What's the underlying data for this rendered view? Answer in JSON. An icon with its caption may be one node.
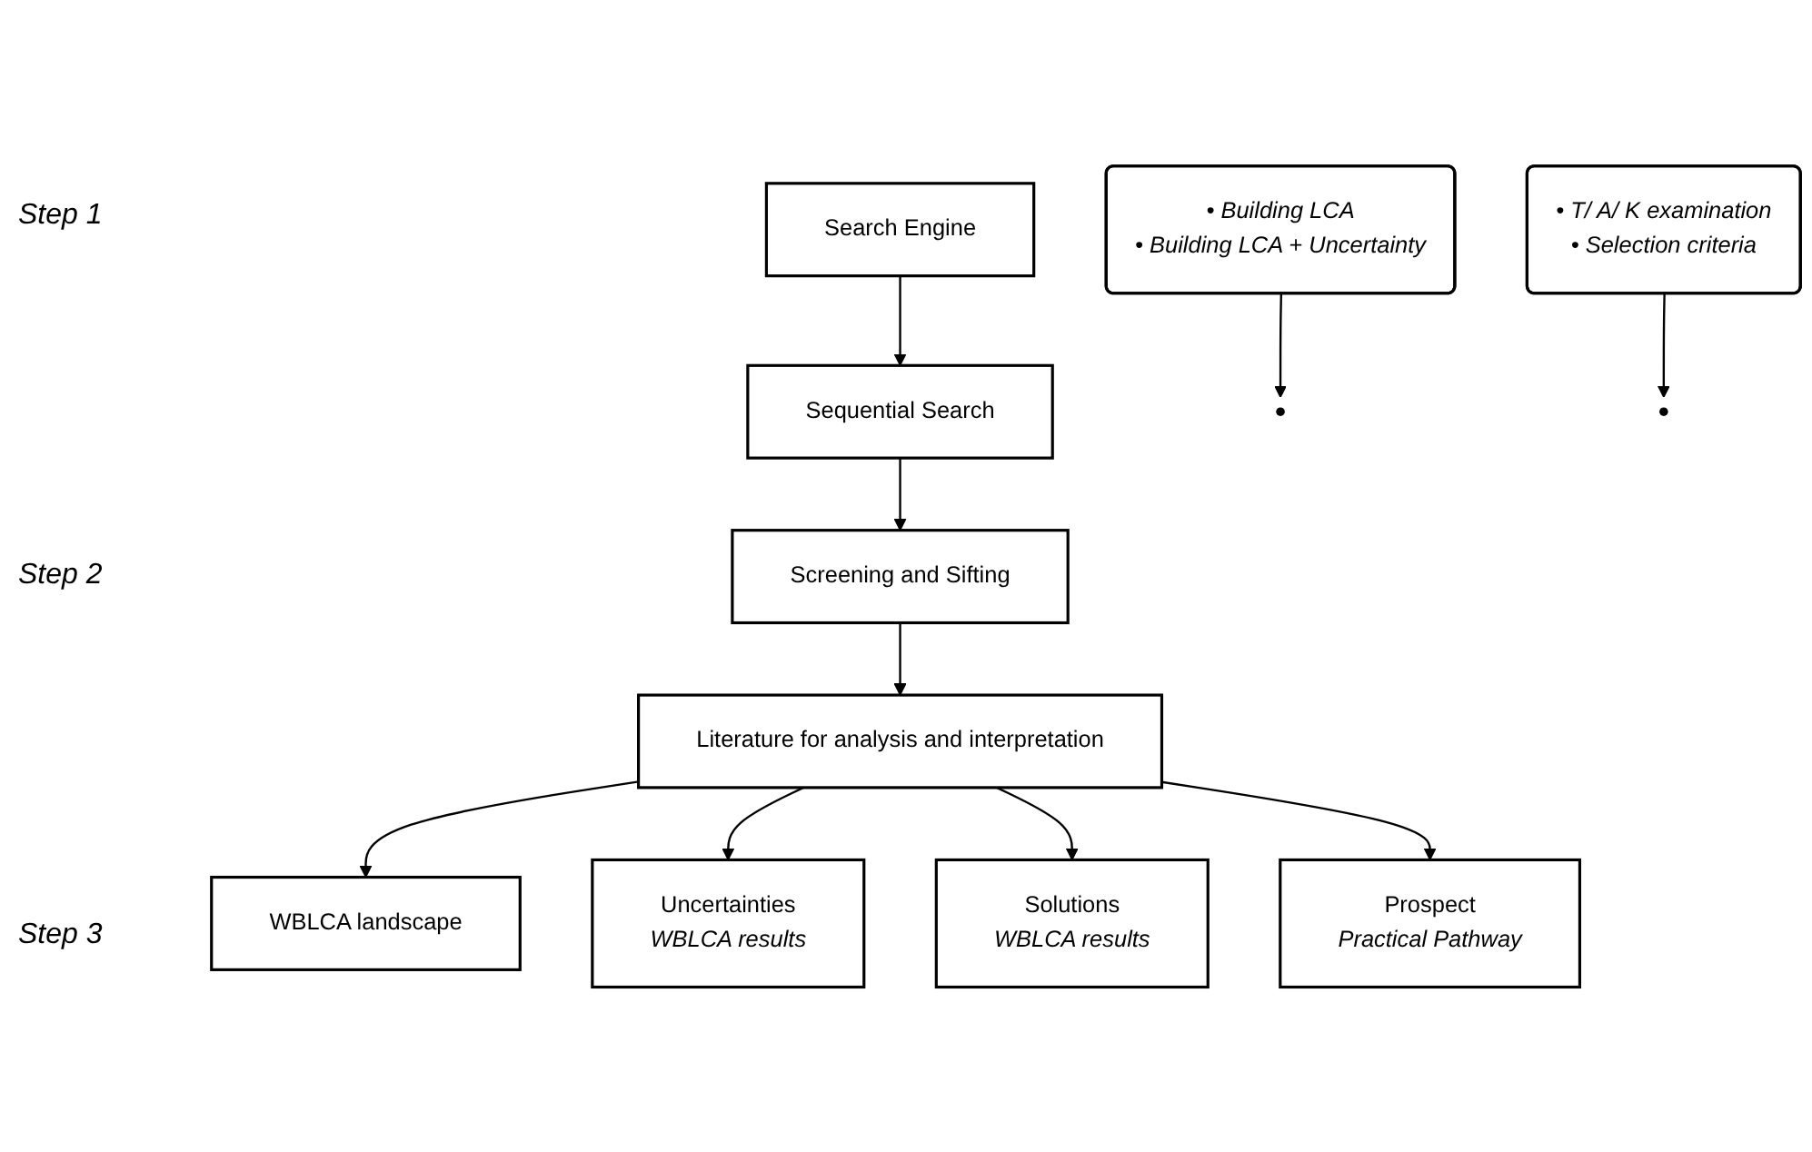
{
  "diagram": {
    "nodes": [
      {
        "text": [
          "Search Engine"
        ]
      },
      {
        "text": [
          "Sequential Search"
        ]
      },
      {
        "text": [
          "• Building LCA",
          "• Building LCA + Uncertainty"
        ]
      },
      {
        "text": [
          "Screening and Sifting"
        ]
      },
      {
        "text": [
          "• T/ A/ K examination",
          "• Selection criteria"
        ]
      },
      {
        "text": [
          "Literature for analysis and interpretation"
        ]
      },
      {
        "text": [
          "WBLCA landscape"
        ]
      },
      {
        "text": [
          "Uncertainties",
          "WBLCA results"
        ]
      },
      {
        "text": [
          "Solutions",
          "WBLCA results"
        ]
      },
      {
        "text": [
          "Prospect",
          "Practical Pathway"
        ]
      }
    ],
    "edges": [
      {
        "from": 0,
        "to": 1,
        "arrow": "to"
      },
      {
        "from": 1,
        "to": 3,
        "arrow": "to"
      },
      {
        "from": 2,
        "to": null,
        "arrow": "to"
      },
      {
        "from": 3,
        "to": 5,
        "arrow": "to"
      },
      {
        "from": 4,
        "to": null,
        "arrow": "to"
      },
      {
        "from": 5,
        "to": 6,
        "arrow": "to"
      },
      {
        "from": 5,
        "to": 7,
        "arrow": "to"
      },
      {
        "from": 5,
        "to": 8,
        "arrow": "to"
      },
      {
        "from": 5,
        "to": 9,
        "arrow": "to"
      }
    ],
    "labels": [
      "Step 1",
      "Step 2",
      "Step 3"
    ]
  }
}
